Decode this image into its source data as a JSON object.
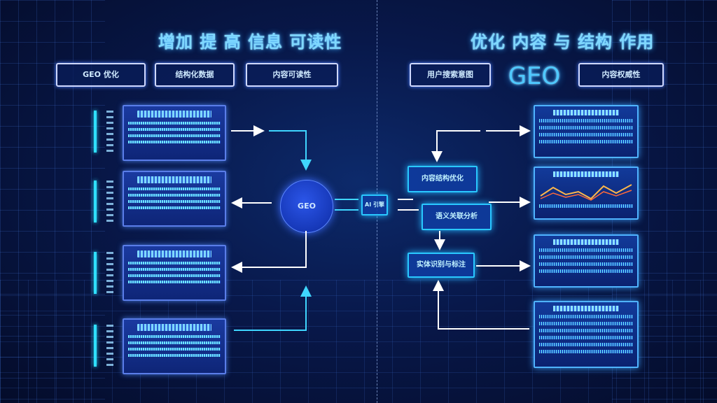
{
  "titles": {
    "left": "增加 提 高 信息 可读性",
    "right": "优化 内容 与 结构 作用"
  },
  "tags": {
    "left": [
      "GEO 优化",
      "结构化数据",
      "内容可读性"
    ],
    "right": [
      "用户搜索意图",
      "内容权威性"
    ]
  },
  "center": {
    "geo_logo": "GEO",
    "geo_node": "GEO",
    "divider_node": "AI 引擎"
  },
  "right_nodes": [
    "内容结构优化",
    "语义关联分析",
    "实体识别与标注"
  ],
  "colors": {
    "background": "#08184a",
    "accent": "#2fe0ff",
    "node_blue": "#1638b8",
    "arrow": "#ffffff"
  }
}
